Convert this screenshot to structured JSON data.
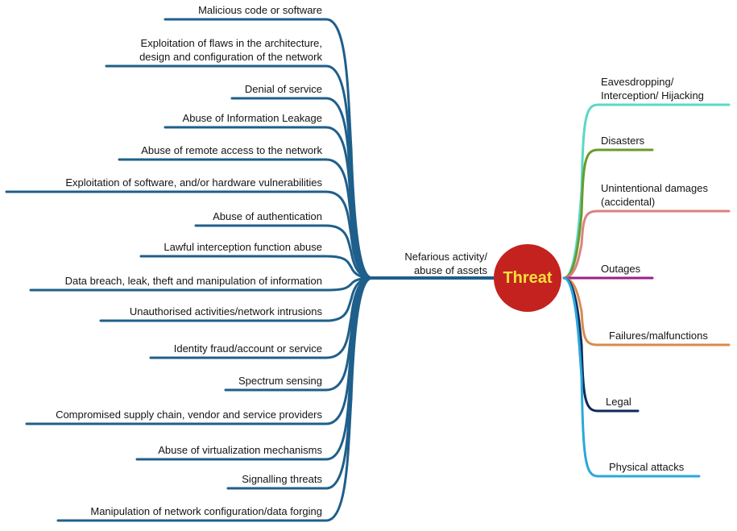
{
  "center": {
    "label": "Threat",
    "color": "#c4221f",
    "text_color": "#f5e03a"
  },
  "left_branch": {
    "label": "Nefarious activity/\nabuse of assets",
    "color": "#1f5f8b",
    "items": [
      "Malicious code or software",
      "Exploitation of flaws in the architecture,\ndesign and configuration of the network",
      "Denial of service",
      "Abuse of Information Leakage",
      "Abuse of remote access to the network",
      "Exploitation of software, and/or hardware vulnerabilities",
      "Abuse of authentication",
      "Lawful interception function abuse",
      "Data breach, leak, theft and manipulation of information",
      "Unauthorised activities/network intrusions",
      "Identity fraud/account or service",
      "Spectrum sensing",
      "Compromised supply chain, vendor and service providers",
      "Abuse of virtualization mechanisms",
      "Signalling threats",
      "Manipulation of network configuration/data forging"
    ]
  },
  "right_branches": [
    {
      "label": "Eavesdropping/\nInterception/ Hijacking",
      "color": "#5ad8c6"
    },
    {
      "label": "Disasters",
      "color": "#6a9a2a"
    },
    {
      "label": "Unintentional damages\n(accidental)",
      "color": "#d98282"
    },
    {
      "label": "Outages",
      "color": "#9b1f86"
    },
    {
      "label": "Failures/malfunctions",
      "color": "#d98a4c"
    },
    {
      "label": "Legal",
      "color": "#0d2a5a"
    },
    {
      "label": "Physical attacks",
      "color": "#2aa8dc"
    }
  ]
}
